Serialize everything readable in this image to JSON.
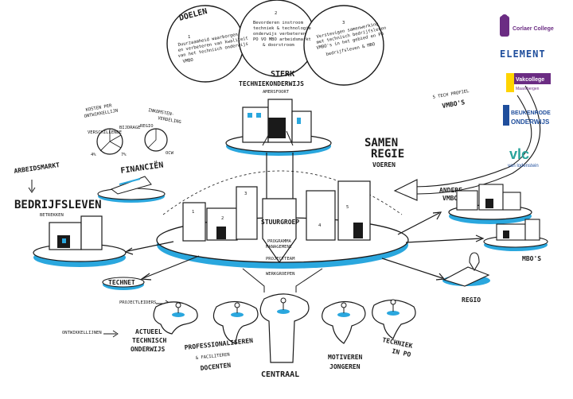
{
  "goals": {
    "heading": "DOELEN",
    "items": [
      {
        "number": "1",
        "lines": [
          "Duurzaamheid waarborgen",
          "en verbeteren van kwaliteit",
          "van het technisch onderwijs",
          "VMBO"
        ]
      },
      {
        "number": "2",
        "lines": [
          "Bevorderen instroom",
          "techniek & technologie",
          "onderwijs verbeteren",
          "PO VO MBO arbeidsmarkt",
          "& doorstroom"
        ]
      },
      {
        "number": "3",
        "lines": [
          "Verstevigen samenwerking",
          "met technisch bedrijfsleven",
          "VMBO's in het gebied en PO",
          "bedrijfsleven & MBO"
        ]
      }
    ]
  },
  "central": {
    "title_line1": "STERK",
    "title_line2": "TECHNIEKONDERWIJS",
    "subtitle": "AMERSFOORT"
  },
  "top_left": {
    "costs_label": [
      "KOSTEN PER",
      "ONTWIKKELLIJN"
    ],
    "income_label": [
      "INKOMSTEN-",
      "VERDELING"
    ],
    "pie1_labels": [
      "VERSCHILLENDE",
      "BIJDRAGE",
      "4%",
      "7%"
    ],
    "pie2_labels": [
      "REGIO",
      "OCW"
    ],
    "financien": "FINANCIËN"
  },
  "left": {
    "arbeidsmarkt": "ARBEIDSMARKT",
    "bedrijfsleven": "BEDRIJFSLEVEN",
    "betrekken": "BETREKKEN",
    "technet": "TECHNET"
  },
  "right": {
    "techprofiel": [
      "5 TECH PROFIEL",
      "VMBO'S"
    ],
    "samen": [
      "SAMEN",
      "REGIE",
      "VOEREN"
    ],
    "andere": [
      "ANDERE",
      "VMBO'S"
    ],
    "mbos": "MBO'S",
    "regio": "REGIO"
  },
  "center_stack": {
    "stuurgroep": "STUURGROEP",
    "programma": [
      "PROGRAMMA",
      "MANAGEMENT"
    ],
    "projectteam": "PROJECTTEAM",
    "werkgroepen": "WERKGROEPEN"
  },
  "bottom": {
    "projectleiders": "PROJECTLEIDERS",
    "ontwikkellijnen": "ONTWIKKELLIJNEN",
    "keys": [
      {
        "lines": [
          "ACTUEEL",
          "TECHNISCH",
          "ONDERWIJS"
        ]
      },
      {
        "lines": [
          "PROFESSIONALISEREN",
          "& FACILITEREN",
          "DOCENTEN"
        ]
      },
      {
        "lines": [
          "CENTRAAL"
        ]
      },
      {
        "lines": [
          "MOTIVEREN",
          "JONGEREN"
        ]
      },
      {
        "lines": [
          "TECHNIEK",
          "IN PO"
        ]
      }
    ]
  },
  "logos": {
    "corlaer": "Corlaer College",
    "element": "ELEMENT",
    "vakcollege": "Vakcollege",
    "vakcollege_sub": "Maarsbergen",
    "beukenrode": "BEUKENRODE",
    "onderwijs": "ONDERWIJS",
    "vlc": "vlc",
    "vlc_sub": "van lodenstein"
  },
  "colors": {
    "accent_blue": "#2aa7de",
    "ink": "#1a1a1a",
    "corlaer_purple": "#6b2c83",
    "vak_yellow": "#ffd400",
    "beuken_blue": "#1f4e9c",
    "vlc_green": "#2aa39b"
  }
}
